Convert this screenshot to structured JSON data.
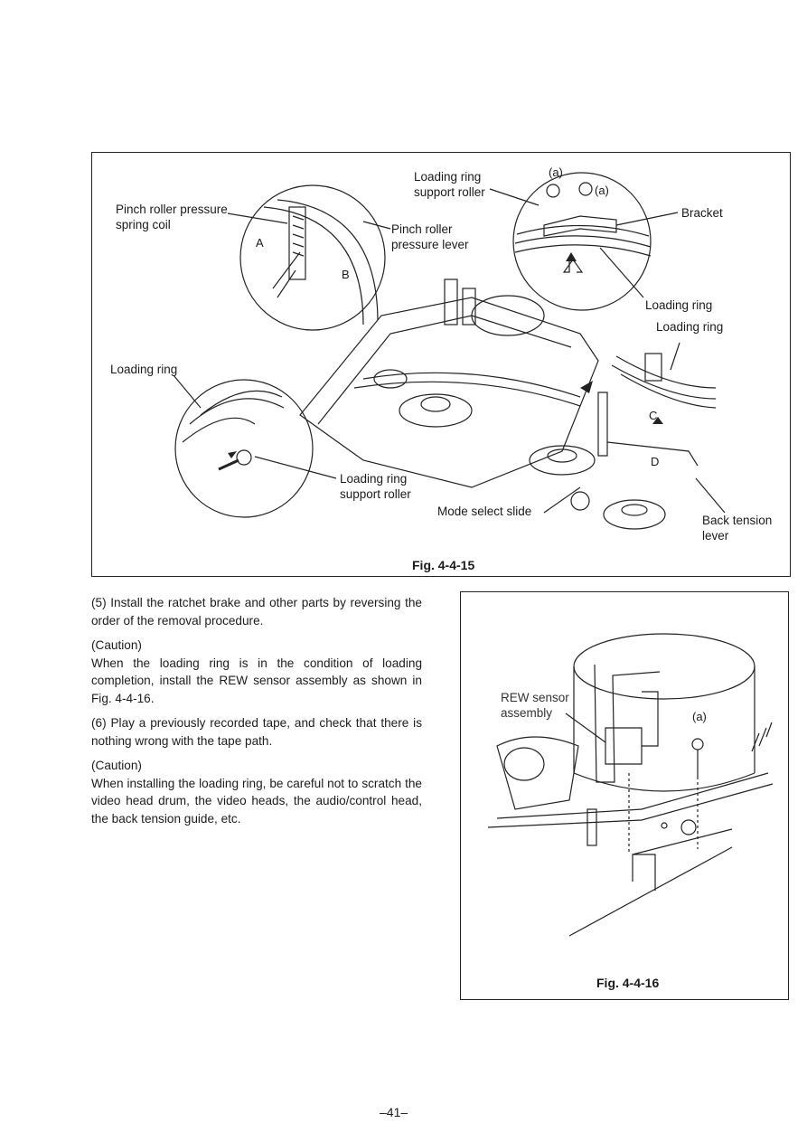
{
  "figure_1": {
    "caption": "Fig. 4-4-15",
    "labels": {
      "pinch_roller_pressure_spring_coil": "Pinch roller pressure\nspring coil",
      "loading_ring_support_roller_top": "Loading ring\nsupport roller",
      "pinch_roller_pressure_lever": "Pinch roller\npressure lever",
      "bracket": "Bracket",
      "loading_ring_1": "Loading ring",
      "loading_ring_2": "Loading ring",
      "loading_ring_left": "Loading ring",
      "loading_ring_support_roller_bottom": "Loading ring\nsupport roller",
      "mode_select_slide": "Mode select slide",
      "back_tension_lever": "Back tension\nlever",
      "mark_a_1": "(a)",
      "mark_a_2": "(a)",
      "mark_A": "A",
      "mark_B": "B",
      "mark_C": "C",
      "mark_D": "D"
    }
  },
  "figure_2": {
    "caption": "Fig. 4-4-16",
    "labels": {
      "rew_sensor_assembly": "REW sensor\nassembly",
      "mark_a": "(a)"
    }
  },
  "text": {
    "step5": "(5)  Install  the  ratchet  brake  and  other  parts  by  reversing the order of the removal procedure.",
    "caution1_title": "(Caution)",
    "caution1_body": "When the loading ring is in the condition of loading completion,  install  the  REW  sensor  assembly  as  shown  in Fig. 4-4-16.",
    "step6": "(6)  Play a previously recorded tape, and check that there is nothing wrong with the tape path.",
    "caution2_title": "(Caution)",
    "caution2_body": "When installing the loading ring, be careful not to scratch the video head drum, the video heads, the audio/control head, the back tension guide, etc."
  },
  "page_number": "–41–"
}
